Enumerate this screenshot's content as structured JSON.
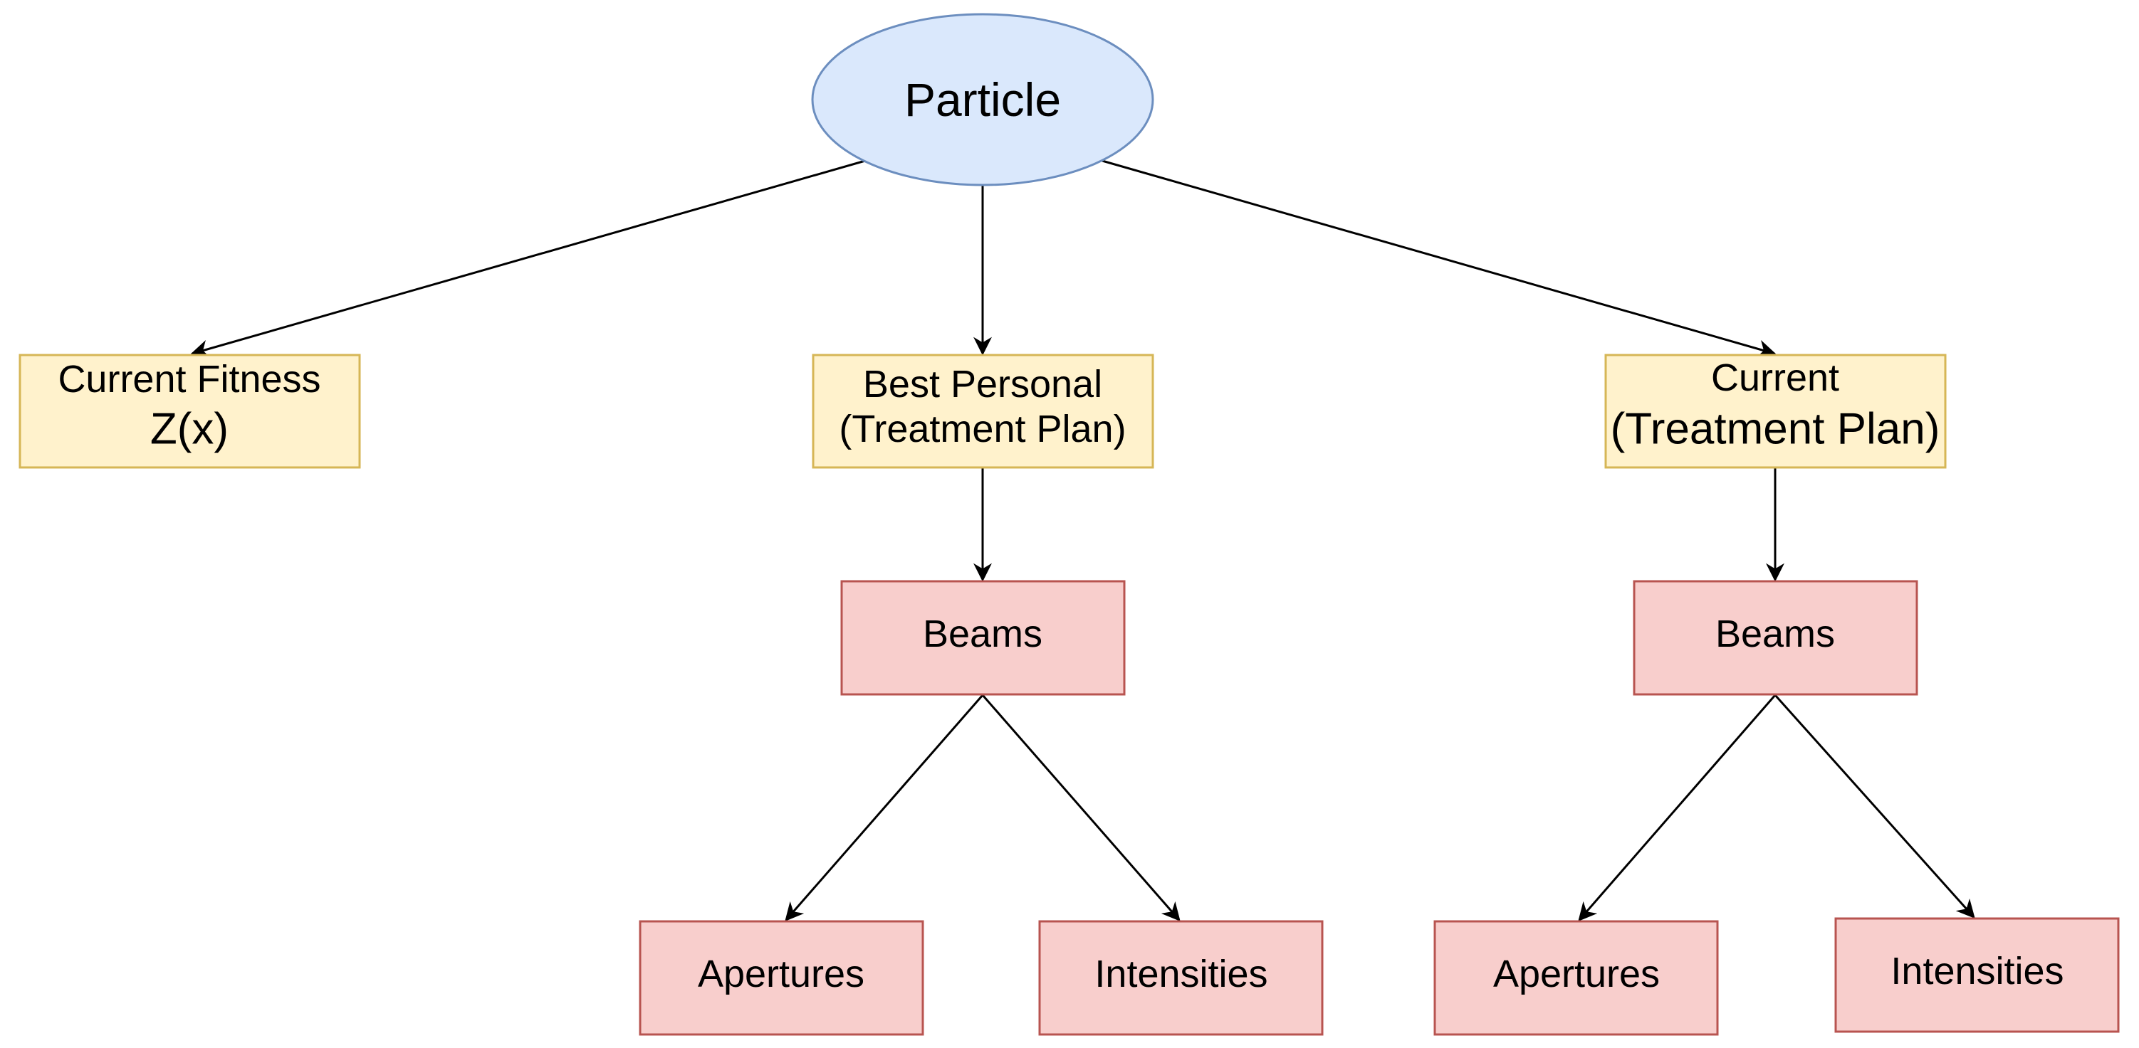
{
  "diagram": {
    "colors": {
      "root_fill": "#dae8fc",
      "root_stroke": "#6c8ebf",
      "yellow_fill": "#fff2cc",
      "yellow_stroke": "#d6b656",
      "red_fill": "#f8cecc",
      "red_stroke": "#b85450",
      "edge": "#000000"
    },
    "nodes": {
      "particle": {
        "label": "Particle"
      },
      "current_fitness": {
        "line1": "Current Fitness",
        "line2": "Z(x)"
      },
      "best_personal": {
        "line1": "Best Personal",
        "line2": "(Treatment Plan)"
      },
      "current_plan": {
        "line1": "Current",
        "line2": "(Treatment Plan)"
      },
      "beams_best": {
        "label": "Beams"
      },
      "beams_current": {
        "label": "Beams"
      },
      "apertures_best": {
        "label": "Apertures"
      },
      "intensities_best": {
        "label": "Intensities"
      },
      "apertures_current": {
        "label": "Apertures"
      },
      "intensities_current": {
        "label": "Intensities"
      }
    },
    "edges": [
      {
        "from": "Particle",
        "to": "Current Fitness"
      },
      {
        "from": "Particle",
        "to": "Best Personal"
      },
      {
        "from": "Particle",
        "to": "Current"
      },
      {
        "from": "Best Personal",
        "to": "Beams"
      },
      {
        "from": "Current",
        "to": "Beams"
      },
      {
        "from": "Beams",
        "to": "Apertures"
      },
      {
        "from": "Beams",
        "to": "Intensities"
      },
      {
        "from": "Beams",
        "to": "Apertures"
      },
      {
        "from": "Beams",
        "to": "Intensities"
      }
    ]
  }
}
